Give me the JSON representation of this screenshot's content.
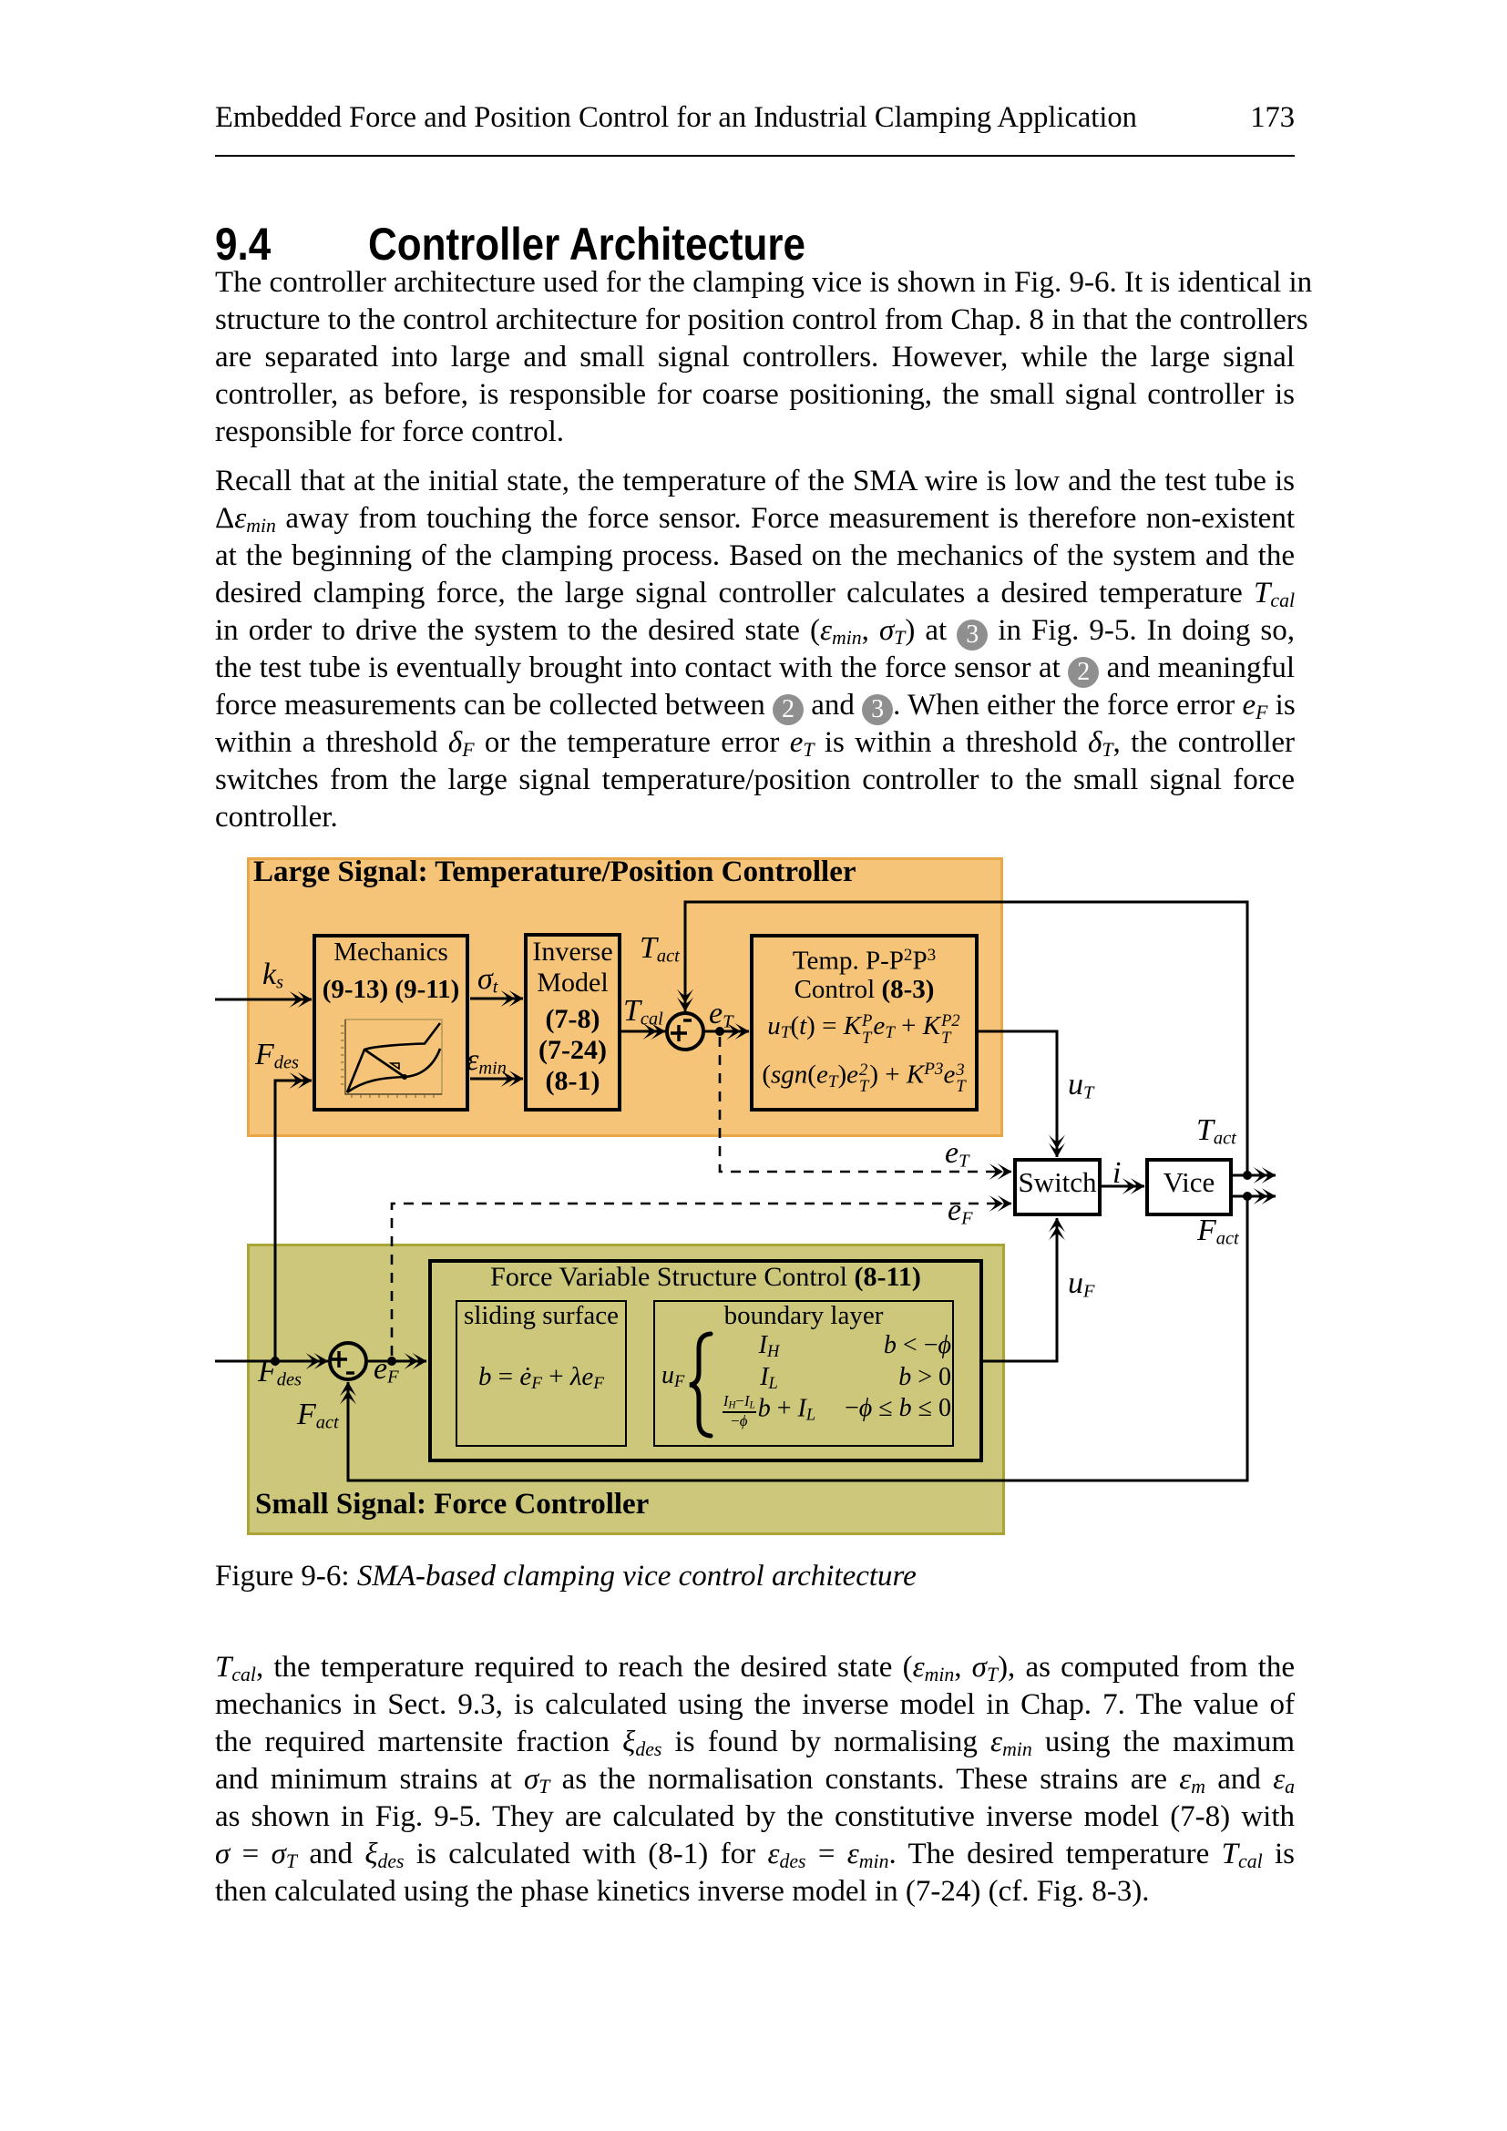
{
  "page": {
    "header_title": "Embedded Force and Position Control for an Industrial Clamping Application",
    "page_number": "173"
  },
  "section": {
    "number": "9.4",
    "title": "Controller Architecture"
  },
  "paragraphs": {
    "p1": {
      "lines": [
        [
          {
            "t": "The controller architecture used for the clamping vice is shown in Fig. 9-6. It is identical in",
            "y": "r"
          }
        ],
        [
          {
            "t": "structure to the control architecture for position control from Chap. 8 in that the controllers",
            "y": "r"
          }
        ],
        [
          {
            "t": "are separated into large and small signal controllers.  However, while the large signal",
            "y": "r"
          }
        ],
        [
          {
            "t": "controller, as before, is responsible for coarse positioning, the small signal controller is",
            "y": "r"
          }
        ],
        [
          {
            "t": "responsible for force control.",
            "y": "r"
          }
        ]
      ]
    },
    "p2": {
      "lines": [
        [
          {
            "t": "Recall that at the initial state, the temperature of the SMA wire is low and the test tube is",
            "y": "r"
          }
        ],
        [
          {
            "t": "Δ",
            "y": "r"
          },
          {
            "t": "ε",
            "y": "i"
          },
          {
            "t": "min",
            "y": "isub"
          },
          {
            "t": " away from touching the force sensor. Force measurement is therefore non-existent",
            "y": "r"
          }
        ],
        [
          {
            "t": "at the beginning of the clamping process. Based on the mechanics of the system and the",
            "y": "r"
          }
        ],
        [
          {
            "t": "desired clamping force, the large signal controller calculates a desired temperature ",
            "y": "r"
          },
          {
            "t": "T",
            "y": "i"
          },
          {
            "t": "cal",
            "y": "isub"
          }
        ],
        [
          {
            "t": "in order to drive the system to the desired state (",
            "y": "r"
          },
          {
            "t": "ε",
            "y": "i"
          },
          {
            "t": "min",
            "y": "isub"
          },
          {
            "t": ", ",
            "y": "r"
          },
          {
            "t": "σ",
            "y": "i"
          },
          {
            "t": "T",
            "y": "isub"
          },
          {
            "t": ") at ",
            "y": "r"
          },
          {
            "t": "3",
            "y": "c"
          },
          {
            "t": " in Fig. 9-5. In doing so,",
            "y": "r"
          }
        ],
        [
          {
            "t": "the test tube is eventually brought into contact with the force sensor at ",
            "y": "r"
          },
          {
            "t": "2",
            "y": "c"
          },
          {
            "t": " and meaningful",
            "y": "r"
          }
        ],
        [
          {
            "t": "force measurements can be collected between ",
            "y": "r"
          },
          {
            "t": "2",
            "y": "c"
          },
          {
            "t": " and ",
            "y": "r"
          },
          {
            "t": "3",
            "y": "c"
          },
          {
            "t": ". When either the force error ",
            "y": "r"
          },
          {
            "t": "e",
            "y": "i"
          },
          {
            "t": "F",
            "y": "isub"
          },
          {
            "t": " is",
            "y": "r"
          }
        ],
        [
          {
            "t": "within a threshold ",
            "y": "r"
          },
          {
            "t": "δ",
            "y": "i"
          },
          {
            "t": "F",
            "y": "isub"
          },
          {
            "t": " or the temperature error ",
            "y": "r"
          },
          {
            "t": "e",
            "y": "i"
          },
          {
            "t": "T",
            "y": "isub"
          },
          {
            "t": " is within a threshold ",
            "y": "r"
          },
          {
            "t": "δ",
            "y": "i"
          },
          {
            "t": "T",
            "y": "isub"
          },
          {
            "t": ", the controller",
            "y": "r"
          }
        ],
        [
          {
            "t": "switches from the large signal temperature/position controller to the small signal force",
            "y": "r"
          }
        ],
        [
          {
            "t": "controller.",
            "y": "r"
          }
        ]
      ]
    },
    "p3": {
      "lines": [
        [
          {
            "t": "T",
            "y": "i"
          },
          {
            "t": "cal",
            "y": "isub"
          },
          {
            "t": ", the temperature required to reach the desired state (",
            "y": "r"
          },
          {
            "t": "ε",
            "y": "i"
          },
          {
            "t": "min",
            "y": "isub"
          },
          {
            "t": ", ",
            "y": "r"
          },
          {
            "t": "σ",
            "y": "i"
          },
          {
            "t": "T",
            "y": "isub"
          },
          {
            "t": "), as computed from the",
            "y": "r"
          }
        ],
        [
          {
            "t": "mechanics in Sect. 9.3, is calculated using the inverse model in Chap. 7.  The value of",
            "y": "r"
          }
        ],
        [
          {
            "t": "the required martensite fraction ",
            "y": "r"
          },
          {
            "t": "ξ",
            "y": "i"
          },
          {
            "t": "des",
            "y": "isub"
          },
          {
            "t": " is found by normalising ",
            "y": "r"
          },
          {
            "t": "ε",
            "y": "i"
          },
          {
            "t": "min",
            "y": "isub"
          },
          {
            "t": " using the maximum",
            "y": "r"
          }
        ],
        [
          {
            "t": "and minimum strains at ",
            "y": "r"
          },
          {
            "t": "σ",
            "y": "i"
          },
          {
            "t": "T",
            "y": "isub"
          },
          {
            "t": " as the normalisation constants. These strains are ",
            "y": "r"
          },
          {
            "t": "ε",
            "y": "i"
          },
          {
            "t": "m",
            "y": "isub"
          },
          {
            "t": " and ",
            "y": "r"
          },
          {
            "t": "ε",
            "y": "i"
          },
          {
            "t": "a",
            "y": "isub"
          }
        ],
        [
          {
            "t": "as shown in Fig. 9-5. They are calculated by the constitutive inverse model (7-8) with",
            "y": "r"
          }
        ],
        [
          {
            "t": "σ",
            "y": "i"
          },
          {
            "t": " = ",
            "y": "r"
          },
          {
            "t": "σ",
            "y": "i"
          },
          {
            "t": "T",
            "y": "isub"
          },
          {
            "t": " and ",
            "y": "r"
          },
          {
            "t": "ξ",
            "y": "i"
          },
          {
            "t": "des",
            "y": "isub"
          },
          {
            "t": " is calculated with (8-1) for ",
            "y": "r"
          },
          {
            "t": "ε",
            "y": "i"
          },
          {
            "t": "des",
            "y": "isub"
          },
          {
            "t": " = ",
            "y": "r"
          },
          {
            "t": "ε",
            "y": "i"
          },
          {
            "t": "min",
            "y": "isub"
          },
          {
            "t": ". The desired temperature ",
            "y": "r"
          },
          {
            "t": "T",
            "y": "i"
          },
          {
            "t": "cal",
            "y": "isub"
          },
          {
            "t": " is",
            "y": "r"
          }
        ],
        [
          {
            "t": "then calculated using the phase kinetics inverse model in (7-24) (cf. Fig. 8-3).",
            "y": "r"
          }
        ]
      ]
    }
  },
  "figure": {
    "caption_label": "Figure 9-6: ",
    "caption_text": "SMA-based clamping vice control architecture",
    "large_signal_title": "Large Signal: Temperature/Position Controller",
    "small_signal_title": "Small Signal: Force Controller",
    "blocks": {
      "mechanics": {
        "title": "Mechanics",
        "refs": "(9-13) (9-11)"
      },
      "inverse_model": {
        "line1": "Inverse",
        "line2": "Model",
        "ref1": "(7-8)",
        "ref2": "(7-24)",
        "ref3": "(8-1)"
      },
      "temp_control": {
        "title": [
          {
            "t": "Temp. P-P",
            "y": "r"
          },
          {
            "t": "2",
            "y": "sup"
          },
          {
            "t": "P",
            "y": "r"
          },
          {
            "t": "3",
            "y": "sup"
          }
        ],
        "subtitle": [
          {
            "t": "Control ",
            "y": "r"
          },
          {
            "t": "(8-3)",
            "y": "b"
          }
        ],
        "eq1": [
          {
            "t": "u",
            "y": "i"
          },
          {
            "t": "T",
            "y": "isub"
          },
          {
            "t": "(",
            "y": "r"
          },
          {
            "t": "t",
            "y": "i"
          },
          {
            "t": ") = ",
            "y": "r"
          },
          {
            "t": "K",
            "y": "i"
          },
          {
            "y": "ss",
            "a": "P",
            "b": "T"
          },
          {
            "t": "e",
            "y": "i"
          },
          {
            "t": "T",
            "y": "isub"
          },
          {
            "t": " + ",
            "y": "r"
          },
          {
            "t": "K",
            "y": "i"
          },
          {
            "y": "ss",
            "a": "P2",
            "b": "T"
          }
        ],
        "eq2": [
          {
            "t": "(",
            "y": "r"
          },
          {
            "t": "sgn",
            "y": "i"
          },
          {
            "t": "(",
            "y": "r"
          },
          {
            "t": "e",
            "y": "i"
          },
          {
            "t": "T",
            "y": "isub"
          },
          {
            "t": ")",
            "y": "r"
          },
          {
            "t": "e",
            "y": "i"
          },
          {
            "y": "ss",
            "a": "2",
            "b": "T"
          },
          {
            "t": ") + ",
            "y": "r"
          },
          {
            "t": "K",
            "y": "i"
          },
          {
            "t": "P3",
            "y": "isup"
          },
          {
            "t": "e",
            "y": "i"
          },
          {
            "y": "ss",
            "a": "3",
            "b": "T"
          }
        ]
      },
      "switch": {
        "label": "Switch"
      },
      "vice": {
        "label": "Vice"
      },
      "fvsc": {
        "title": [
          {
            "t": "Force Variable Structure Control ",
            "y": "r"
          },
          {
            "t": "(8-11)",
            "y": "b"
          }
        ],
        "sliding": {
          "title": "sliding surface",
          "eq": [
            {
              "t": "b",
              "y": "i"
            },
            {
              "t": " = ",
              "y": "r"
            },
            {
              "t": "ė",
              "y": "i"
            },
            {
              "t": "F",
              "y": "isub"
            },
            {
              "t": " + ",
              "y": "r"
            },
            {
              "t": "λ",
              "y": "i"
            },
            {
              "t": "e",
              "y": "i"
            },
            {
              "t": "F",
              "y": "isub"
            }
          ]
        },
        "boundary": {
          "title": "boundary layer",
          "uf": [
            {
              "t": "u",
              "y": "i"
            },
            {
              "t": "F",
              "y": "isub"
            }
          ],
          "rows": [
            {
              "expr": [
                {
                  "t": "I",
                  "y": "i"
                },
                {
                  "t": "H",
                  "y": "isub"
                }
              ],
              "cond": [
                {
                  "t": "b",
                  "y": "i"
                },
                {
                  "t": " < −",
                  "y": "r"
                },
                {
                  "t": "ϕ",
                  "y": "i"
                }
              ]
            },
            {
              "expr": [
                {
                  "t": "I",
                  "y": "i"
                },
                {
                  "t": "L",
                  "y": "isub"
                }
              ],
              "cond": [
                {
                  "t": "b",
                  "y": "i"
                },
                {
                  "t": " > 0",
                  "y": "r"
                }
              ]
            },
            {
              "expr": [
                {
                  "y": "frac",
                  "n": [
                    {
                      "t": "I",
                      "y": "i"
                    },
                    {
                      "t": "H",
                      "y": "isub"
                    },
                    {
                      "t": "−",
                      "y": "r"
                    },
                    {
                      "t": "I",
                      "y": "i"
                    },
                    {
                      "t": "L",
                      "y": "isub"
                    }
                  ],
                  "d": [
                    {
                      "t": "−",
                      "y": "r"
                    },
                    {
                      "t": "ϕ",
                      "y": "i"
                    }
                  ]
                },
                {
                  "t": "b",
                  "y": "i"
                },
                {
                  "t": " + ",
                  "y": "r"
                },
                {
                  "t": "I",
                  "y": "i"
                },
                {
                  "t": "L",
                  "y": "isub"
                }
              ],
              "cond": [
                {
                  "t": "−",
                  "y": "r"
                },
                {
                  "t": "ϕ",
                  "y": "i"
                },
                {
                  "t": " ≤ ",
                  "y": "r"
                },
                {
                  "t": "b",
                  "y": "i"
                },
                {
                  "t": " ≤ 0",
                  "y": "r"
                }
              ]
            }
          ]
        }
      }
    },
    "labels": {
      "ks": [
        {
          "t": "k",
          "y": "i"
        },
        {
          "t": "s",
          "y": "isub"
        }
      ],
      "fdes_top": [
        {
          "t": "F",
          "y": "i"
        },
        {
          "t": "des",
          "y": "isub"
        }
      ],
      "sigma_t": [
        {
          "t": "σ",
          "y": "i"
        },
        {
          "t": "t",
          "y": "isub"
        }
      ],
      "eps_min": [
        {
          "t": "ε",
          "y": "i"
        },
        {
          "t": "min",
          "y": "isub"
        }
      ],
      "tcal": [
        {
          "t": "T",
          "y": "i"
        },
        {
          "t": "cal",
          "y": "isub"
        }
      ],
      "tact_top": [
        {
          "t": "T",
          "y": "i"
        },
        {
          "t": "act",
          "y": "isub"
        }
      ],
      "et_junction": [
        {
          "t": "e",
          "y": "i"
        },
        {
          "t": "T",
          "y": "isub"
        }
      ],
      "ut": [
        {
          "t": "u",
          "y": "i"
        },
        {
          "t": "T",
          "y": "isub"
        }
      ],
      "et_switch": [
        {
          "t": "e",
          "y": "i"
        },
        {
          "t": "T",
          "y": "isub"
        }
      ],
      "ef_switch": [
        {
          "t": "e",
          "y": "i"
        },
        {
          "t": "F",
          "y": "isub"
        }
      ],
      "i": [
        {
          "t": "i",
          "y": "i"
        }
      ],
      "tact_vice": [
        {
          "t": "T",
          "y": "i"
        },
        {
          "t": "act",
          "y": "isub"
        }
      ],
      "fact_vice": [
        {
          "t": "F",
          "y": "i"
        },
        {
          "t": "act",
          "y": "isub"
        }
      ],
      "uf": [
        {
          "t": "u",
          "y": "i"
        },
        {
          "t": "F",
          "y": "isub"
        }
      ],
      "fdes_bottom": [
        {
          "t": "F",
          "y": "i"
        },
        {
          "t": "des",
          "y": "isub"
        }
      ],
      "ef_bottom": [
        {
          "t": "e",
          "y": "i"
        },
        {
          "t": "F",
          "y": "isub"
        }
      ],
      "fact_bottom": [
        {
          "t": "F",
          "y": "i"
        },
        {
          "t": "act",
          "y": "isub"
        }
      ]
    }
  },
  "colors": {
    "orange-fill": "#f5c479",
    "orange-border": "#eaa747",
    "olive-fill": "#cdc77c",
    "olive-border": "#aba437",
    "circ": "#8f8f8f"
  }
}
